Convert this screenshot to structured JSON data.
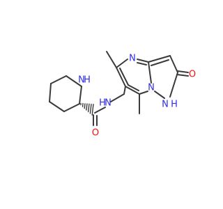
{
  "structure": {
    "atom_labels": {
      "n_piperidine": "N",
      "h_piperidine": "H",
      "n_amide": "N",
      "h_amide": "H",
      "o_amide": "O",
      "n_pyrimidine": "N",
      "n_pyrazole_bridge": "N",
      "n_pyrazole_h": "N",
      "h_pyrazole": "H",
      "o_pyrazolone": "O"
    },
    "colors": {
      "bond": "#3a3a3a",
      "nitrogen": "#2e2ee6",
      "oxygen": "#ff0d0d"
    }
  }
}
